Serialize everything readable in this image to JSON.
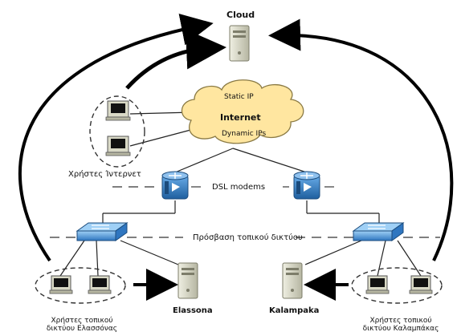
{
  "labels": {
    "cloud": "Cloud",
    "internet": "Internet",
    "static_ip": "Static IP",
    "dynamic_ips": "Dynamic IPs",
    "internet_users": "Χρήστες Ίντερνετ",
    "dsl_modems": "DSL modems",
    "local_access": "Πρόσβαση τοπικού δικτύου",
    "elassona": "Elassona",
    "kalampaka": "Kalampaka",
    "local_users_elassona": "Χρήστες τοπικού δικτύου Ελασσόνας",
    "local_users_kalampaka": "Χρήστες τοπικού δικτύου Καλαμπάκας"
  },
  "colors": {
    "cloud_fill": "#ffe6a0",
    "cloud_stroke": "#8a7a44",
    "server_fill": "#d9d9c6",
    "server_dark": "#7d7d6a",
    "device_blue": "#2f76c0",
    "device_light": "#8fc1ee",
    "line": "#222222"
  },
  "icons": {
    "server": "server-icon",
    "workstation": "workstation-icon",
    "router": "dsl-router-icon",
    "switch": "network-switch-icon",
    "cloud": "internet-cloud-icon"
  }
}
